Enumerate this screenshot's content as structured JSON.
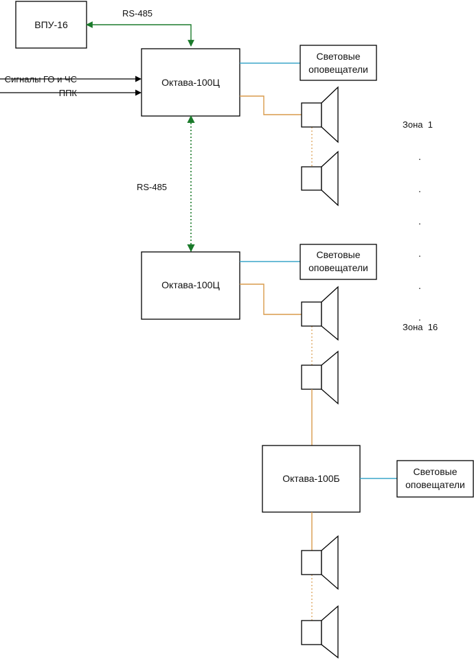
{
  "nodes": {
    "vpu": "ВПУ-16",
    "oktava_c_1": "Октава-100Ц",
    "oktava_c_2": "Октава-100Ц",
    "oktava_b": "Октава-100Б",
    "light_1": [
      "Световые",
      "оповещатели"
    ],
    "light_2": [
      "Световые",
      "оповещатели"
    ],
    "light_3": [
      "Световые",
      "оповещатели"
    ]
  },
  "signals": {
    "go_chs": "Сигналы ГО и ЧС",
    "ppk": "ППК",
    "rs485_top": "RS-485",
    "rs485_mid": "RS-485"
  },
  "zones": {
    "first": "Зона  1",
    "last": "Зона  16",
    "ellipsis": [
      "·",
      "·",
      "·",
      "·",
      "·",
      "·"
    ]
  },
  "colors": {
    "rs485_link": "#1a7a2a",
    "light_link": "#3aa6c9",
    "speaker_link": "#d89a4a"
  }
}
